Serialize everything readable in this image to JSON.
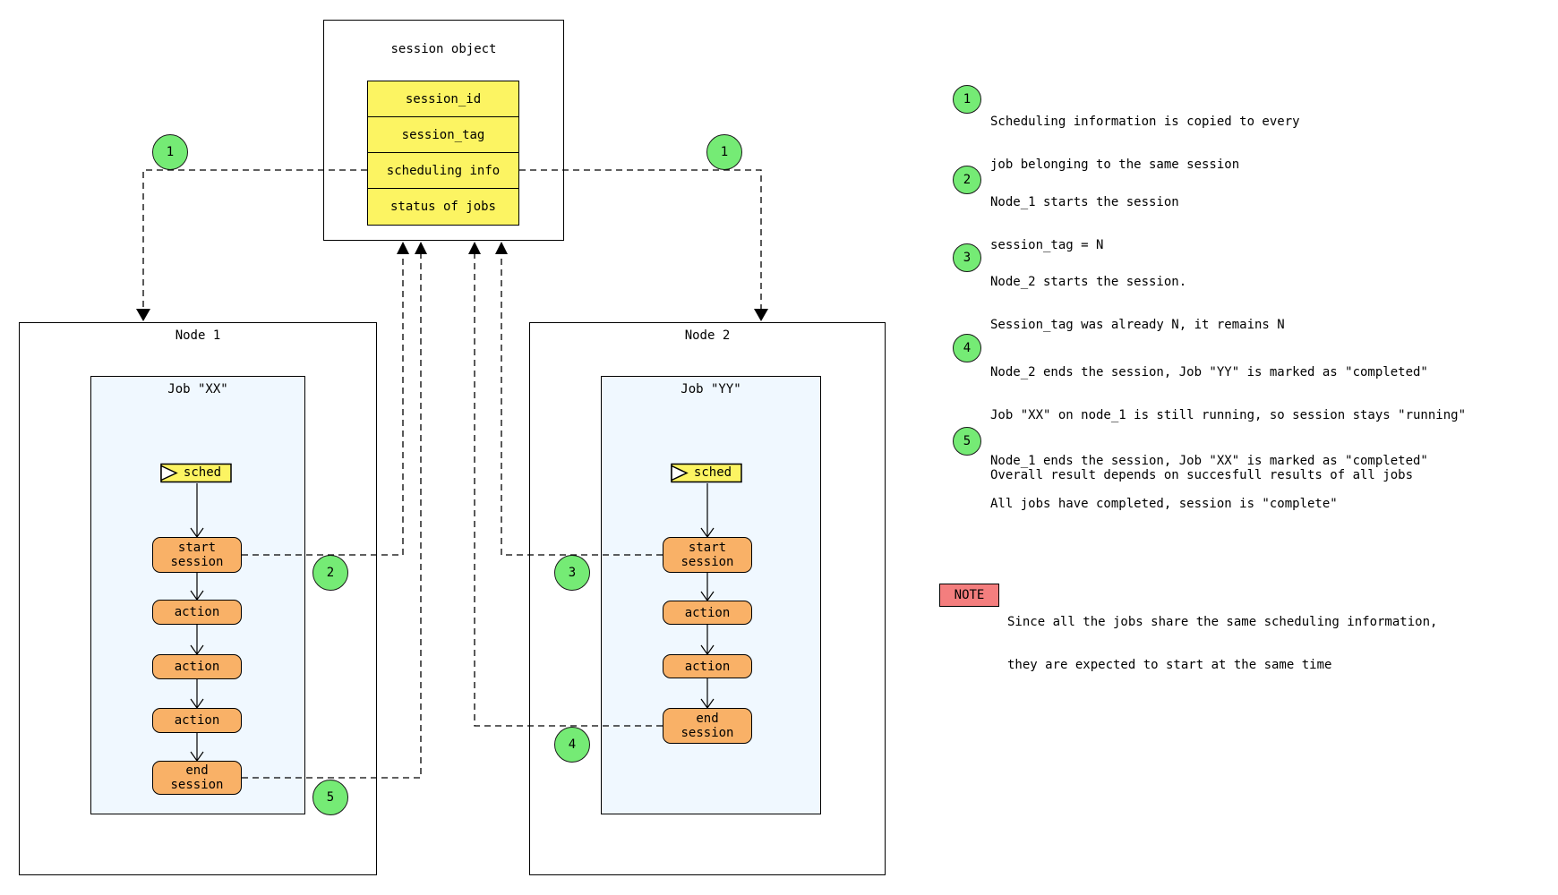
{
  "session_object": {
    "title": "session object",
    "rows": [
      "session_id",
      "session_tag",
      "scheduling info",
      "status of jobs"
    ]
  },
  "node1": {
    "title": "Node 1",
    "job_title": "Job \"XX\"",
    "sched_label": "sched",
    "steps": [
      "start\nsession",
      "action",
      "action",
      "action",
      "end\nsession"
    ]
  },
  "node2": {
    "title": "Node 2",
    "job_title": "Job \"YY\"",
    "sched_label": "sched",
    "steps": [
      "start\nsession",
      "action",
      "action",
      "end\nsession"
    ]
  },
  "markers": {
    "m1l": "1",
    "m1r": "1",
    "m2": "2",
    "m3": "3",
    "m4": "4",
    "m5": "5"
  },
  "legend": {
    "items": [
      {
        "num": "1",
        "lines": [
          "Scheduling information is copied to every",
          "job belonging to the same session"
        ]
      },
      {
        "num": "2",
        "lines": [
          "Node_1 starts the session",
          "session_tag = N"
        ]
      },
      {
        "num": "3",
        "lines": [
          "Node_2 starts the session.",
          "Session_tag was already N, it remains N"
        ]
      },
      {
        "num": "4",
        "lines": [
          "Node_2 ends the session, Job \"YY\" is marked as \"completed\"",
          "Job \"XX\" on node_1 is still running, so session stays \"running\""
        ]
      },
      {
        "num": "5",
        "lines": [
          "Node_1 ends the session, Job \"XX\" is marked as \"completed\"",
          "All jobs have completed, session is \"complete\""
        ]
      }
    ],
    "overall": "Overall result depends on succesfull results of all jobs"
  },
  "note": {
    "label": "NOTE",
    "lines": [
      "Since all the jobs share the same scheduling information,",
      "they are expected to start at the same time"
    ]
  },
  "colors": {
    "attribute_yellow": "#fcf462",
    "step_orange": "#f9b167",
    "marker_green": "#75eb75",
    "note_red": "#f47e7e",
    "job_background": "#f0f8ff",
    "line_black": "#000000"
  }
}
